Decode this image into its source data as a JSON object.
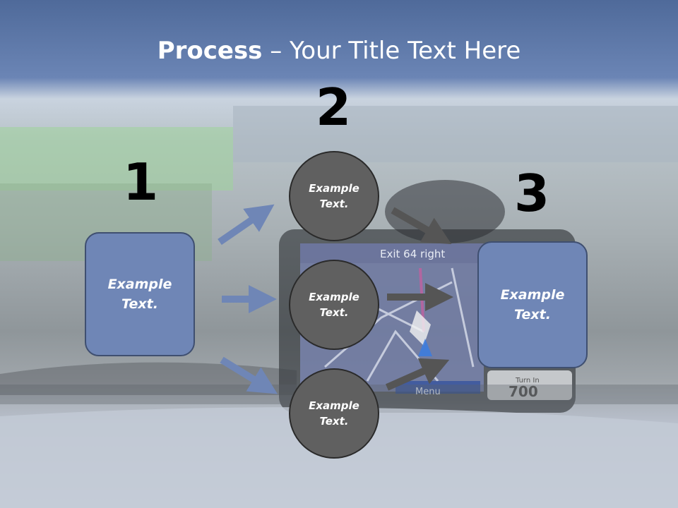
{
  "title": {
    "strong": "Process",
    "rest": " – Your Title Text Here"
  },
  "numbers": [
    "1",
    "2",
    "3"
  ],
  "left_box": {
    "text": "Example Text."
  },
  "circles": [
    {
      "text": "Example Text."
    },
    {
      "text": "Example Text."
    },
    {
      "text": "Example Text."
    }
  ],
  "right_box": {
    "text": "Example Text."
  },
  "background_screen": {
    "exit_text": "Exit 64 right",
    "menu_label": "Menu",
    "turn_label": "Turn In",
    "distance": "700"
  },
  "colors": {
    "box_fill": "#6f86b6",
    "circle_fill": "#606060",
    "arrow_blue": "#6f86b6",
    "arrow_gray": "#555555"
  }
}
